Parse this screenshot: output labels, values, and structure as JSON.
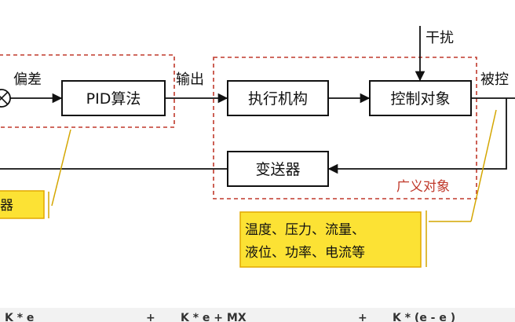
{
  "blocks": {
    "pid": "PID算法",
    "actuator": "执行机构",
    "plant": "控制对象",
    "transmitter": "变送器"
  },
  "labels": {
    "error": "偏差",
    "output": "输出",
    "disturbance": "干扰",
    "controlled": "被控",
    "generalized_plant": "广义对象",
    "controller_tag": "器"
  },
  "note": {
    "line1": "温度、压力、流量、",
    "line2": "液位、功率、电流等"
  },
  "formula": {
    "part1": "K  * e",
    "plus1": "+",
    "part2": "K  * e  + MX",
    "plus2": "+",
    "part3": "K  * (e  - e  )"
  },
  "colors": {
    "dashed_box": "#c0392b",
    "callout_fill": "#fce234",
    "callout_border": "#e2a800",
    "line": "#111111"
  }
}
